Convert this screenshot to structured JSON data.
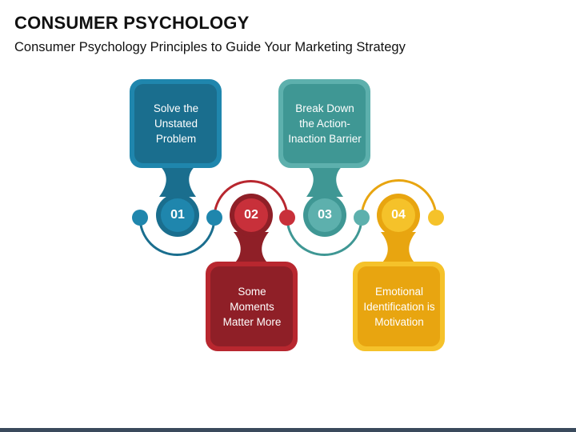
{
  "header": {
    "title": "CONSUMER PSYCHOLOGY",
    "subtitle": "Consumer Psychology Principles to Guide Your Marketing Strategy"
  },
  "steps": [
    {
      "number": "01",
      "text": "Solve the Unstated Problem",
      "color": "#1a6e8e",
      "light": "#1f86ad",
      "position": "top"
    },
    {
      "number": "02",
      "text": "Some Moments Matter More",
      "color": "#b8272f",
      "light": "#8f1f27",
      "position": "bottom"
    },
    {
      "number": "03",
      "text": "Break Down the Action-Inaction Barrier",
      "color": "#3f9794",
      "light": "#5db0ad",
      "position": "top"
    },
    {
      "number": "04",
      "text": "Emotional Identification is Motivation",
      "color": "#e8a510",
      "light": "#f5c22a",
      "position": "bottom"
    }
  ]
}
